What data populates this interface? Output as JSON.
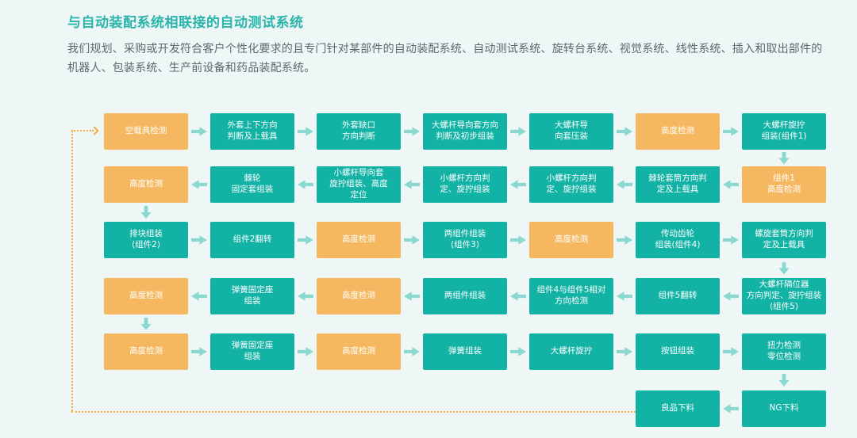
{
  "header": {
    "title": "与自动装配系统相联接的自动测试系统",
    "description": "我们规划、采购或开发符合客户个性化要求的且专门针对某部件的自动装配系统、自动测试系统、旋转台系统、视觉系统、线性系统、插入和取出部件的机器人、包装系统、生产前设备和药品装配系统。"
  },
  "colors": {
    "teal_box": "#12b2a5",
    "orange_box": "#f5b860",
    "arrow": "#8ad8cf",
    "dotted_line": "#f6a93f",
    "title": "#2ab4ab",
    "body_text": "#5c676e",
    "background": "#eef7f6"
  },
  "flowchart": {
    "rows": [
      {
        "direction": "right",
        "steps": [
          {
            "label": "空载具检测",
            "type": "orange"
          },
          {
            "label": "外套上下方向\n判断及上载具",
            "type": "teal"
          },
          {
            "label": "外套缺口\n方向判断",
            "type": "teal"
          },
          {
            "label": "大螺杆导向套方向\n判断及初步组装",
            "type": "teal"
          },
          {
            "label": "大螺杆导\n向套压装",
            "type": "teal"
          },
          {
            "label": "高度检测",
            "type": "orange"
          },
          {
            "label": "大螺杆旋拧\n组装(组件1)",
            "type": "teal"
          }
        ]
      },
      {
        "direction": "left",
        "steps": [
          {
            "label": "高度检测",
            "type": "orange"
          },
          {
            "label": "棘轮\n固定套组装",
            "type": "teal"
          },
          {
            "label": "小螺杆导向套\n旋拧组装、高度\n定位",
            "type": "teal"
          },
          {
            "label": "小螺杆方向判\n定、旋拧组装",
            "type": "teal"
          },
          {
            "label": "小螺杆方向判\n定、旋拧组装",
            "type": "teal"
          },
          {
            "label": "棘轮套筒方向判\n定及上载具",
            "type": "teal"
          },
          {
            "label": "组件1\n高度检测",
            "type": "orange"
          }
        ]
      },
      {
        "direction": "right",
        "steps": [
          {
            "label": "排块组装\n(组件2)",
            "type": "teal"
          },
          {
            "label": "组件2翻转",
            "type": "teal"
          },
          {
            "label": "高度检测",
            "type": "orange"
          },
          {
            "label": "两组件组装\n(组件3)",
            "type": "teal"
          },
          {
            "label": "高度检测",
            "type": "orange"
          },
          {
            "label": "传动齿轮\n组装(组件4)",
            "type": "teal"
          },
          {
            "label": "螺旋套筒方向判\n定及上载具",
            "type": "teal"
          }
        ]
      },
      {
        "direction": "left",
        "steps": [
          {
            "label": "高度检测",
            "type": "orange"
          },
          {
            "label": "弹簧固定座\n组装",
            "type": "teal"
          },
          {
            "label": "高度检测",
            "type": "orange"
          },
          {
            "label": "两组件组装",
            "type": "teal"
          },
          {
            "label": "组件4与组件5相对\n方向检测",
            "type": "teal"
          },
          {
            "label": "组件5翻转",
            "type": "teal"
          },
          {
            "label": "大螺杆隔位器\n方向判定、旋拧组装\n(组件5)",
            "type": "teal"
          }
        ]
      },
      {
        "direction": "right",
        "steps": [
          {
            "label": "高度检测",
            "type": "orange"
          },
          {
            "label": "弹簧固定座\n组装",
            "type": "teal"
          },
          {
            "label": "高度检测",
            "type": "orange"
          },
          {
            "label": "弹簧组装",
            "type": "teal"
          },
          {
            "label": "大螺杆旋拧",
            "type": "teal"
          },
          {
            "label": "按钮组装",
            "type": "teal"
          },
          {
            "label": "扭力检测\n零位检测",
            "type": "teal"
          }
        ]
      }
    ],
    "bottom_row": {
      "direction": "left",
      "steps": [
        {
          "label": "良品下料",
          "type": "teal",
          "col": 5
        },
        {
          "label": "NG下料",
          "type": "teal",
          "col": 6
        }
      ]
    },
    "vertical_connectors": [
      {
        "from_row": 0,
        "to_row": 1,
        "col": 6
      },
      {
        "from_row": 1,
        "to_row": 2,
        "col": 0
      },
      {
        "from_row": 2,
        "to_row": 3,
        "col": 6
      },
      {
        "from_row": 3,
        "to_row": 4,
        "col": 0
      },
      {
        "from_row": 4,
        "to_row": 5,
        "col": 6
      }
    ],
    "feedback_loop": {
      "from": "良品下料",
      "to": "空载具检测",
      "style": "dotted-orange"
    }
  }
}
